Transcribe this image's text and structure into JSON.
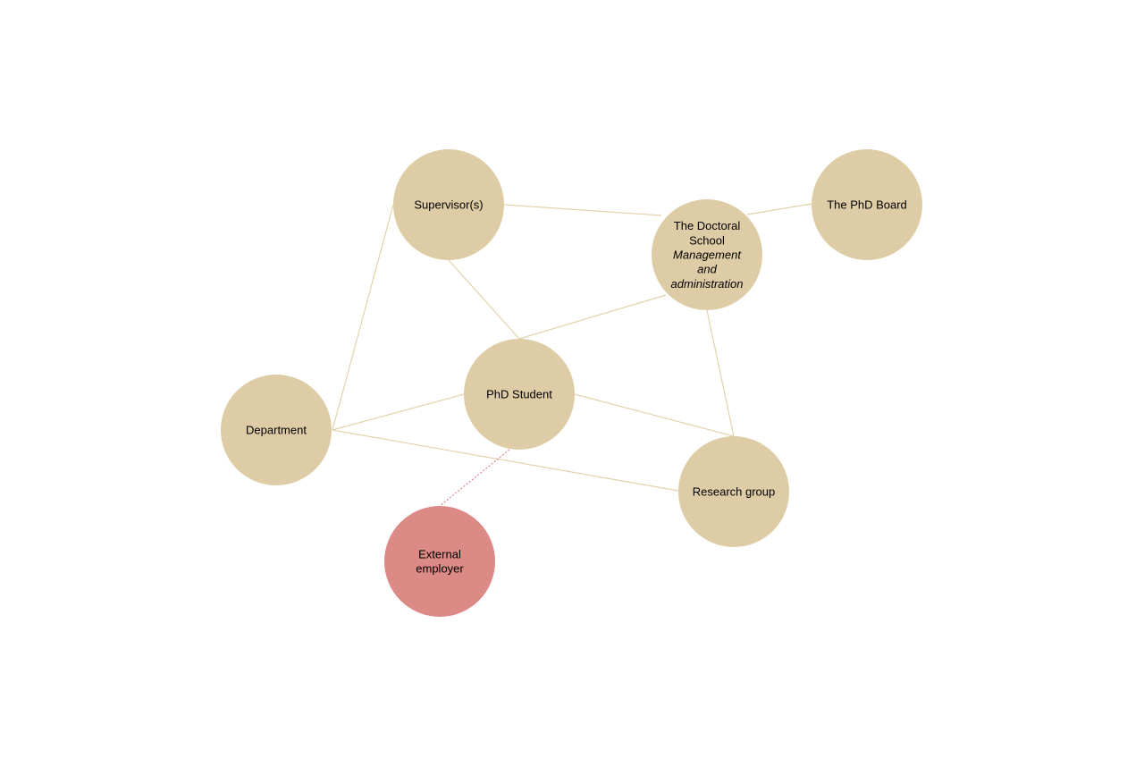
{
  "colors": {
    "node": "#DDCCA5",
    "external_node": "#DC8A86",
    "edge": "#E3D2AE",
    "external_edge": "#D9707A"
  },
  "nodes": [
    {
      "id": "supervisor",
      "lines": [
        {
          "text": "Supervisor(s)"
        }
      ]
    },
    {
      "id": "doctoral",
      "lines": [
        {
          "text": "The Doctoral"
        },
        {
          "text": "School"
        },
        {
          "text": "Management",
          "italic": true
        },
        {
          "text": "and",
          "italic": true
        },
        {
          "text": "administration",
          "italic": true
        }
      ]
    },
    {
      "id": "board",
      "lines": [
        {
          "text": "The PhD Board"
        }
      ]
    },
    {
      "id": "student",
      "lines": [
        {
          "text": "PhD Student"
        }
      ]
    },
    {
      "id": "department",
      "lines": [
        {
          "text": "Department"
        }
      ]
    },
    {
      "id": "research",
      "lines": [
        {
          "text": "Research group"
        }
      ]
    },
    {
      "id": "external",
      "lines": [
        {
          "text": "External"
        },
        {
          "text": "employer"
        }
      ],
      "external": true
    }
  ],
  "edges": [
    {
      "from": "supervisor",
      "to": "doctoral"
    },
    {
      "from": "doctoral",
      "to": "board"
    },
    {
      "from": "supervisor",
      "to": "student"
    },
    {
      "from": "supervisor",
      "to": "department"
    },
    {
      "from": "student",
      "to": "doctoral"
    },
    {
      "from": "doctoral",
      "to": "research"
    },
    {
      "from": "department",
      "to": "student"
    },
    {
      "from": "student",
      "to": "research"
    },
    {
      "from": "department",
      "to": "research"
    },
    {
      "from": "student",
      "to": "external",
      "dotted": true
    }
  ]
}
